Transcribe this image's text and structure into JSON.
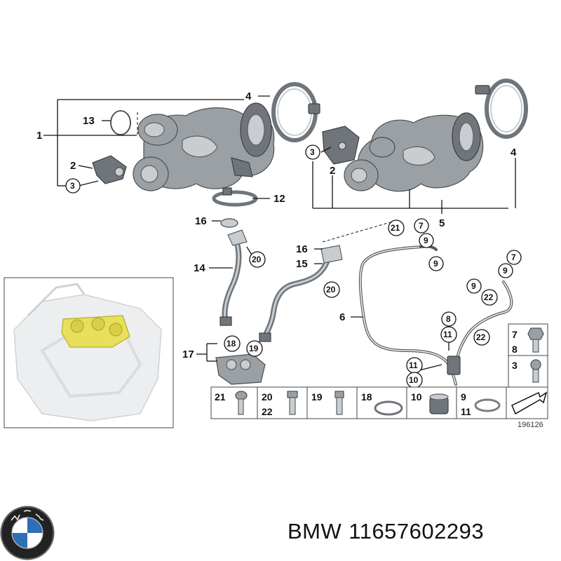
{
  "labels": {
    "l1": "1",
    "l2a": "2",
    "l3a": "3",
    "l4a": "4",
    "l13": "13",
    "l12": "12",
    "l16a": "16",
    "l20a": "20",
    "l14": "14",
    "l17": "17",
    "l18": "18",
    "l19a": "19",
    "l3b": "3",
    "l2b": "2",
    "l4b": "4",
    "l5": "5",
    "l21a": "21",
    "l7a": "7",
    "l9a": "9",
    "l9b": "9",
    "l16b": "16",
    "l15": "15",
    "l20b": "20",
    "l7b": "7",
    "l9c": "9",
    "l9d": "9",
    "l22a": "22",
    "l6": "6",
    "l8": "8",
    "l11a": "11",
    "l22b": "22",
    "l11b": "11",
    "l10": "10"
  },
  "parts_table": {
    "cells": [
      {
        "a": "21",
        "b": ""
      },
      {
        "a": "20",
        "b": "22"
      },
      {
        "a": "19",
        "b": ""
      },
      {
        "a": "18",
        "b": ""
      },
      {
        "a": "10",
        "b": ""
      },
      {
        "a": "9",
        "b": "11"
      }
    ],
    "side": [
      {
        "a": "7",
        "b": "8"
      },
      {
        "a": "3",
        "b": ""
      }
    ]
  },
  "ref_number": "196126",
  "caption": {
    "brand": "BMW",
    "part_number": "11657602293"
  },
  "colors": {
    "highlight": "#e8e05a",
    "bmw_blue": "#2d6fb7"
  },
  "icons": {
    "logo": "bmw-roundel-icon",
    "arrow": "arrow-icon"
  }
}
